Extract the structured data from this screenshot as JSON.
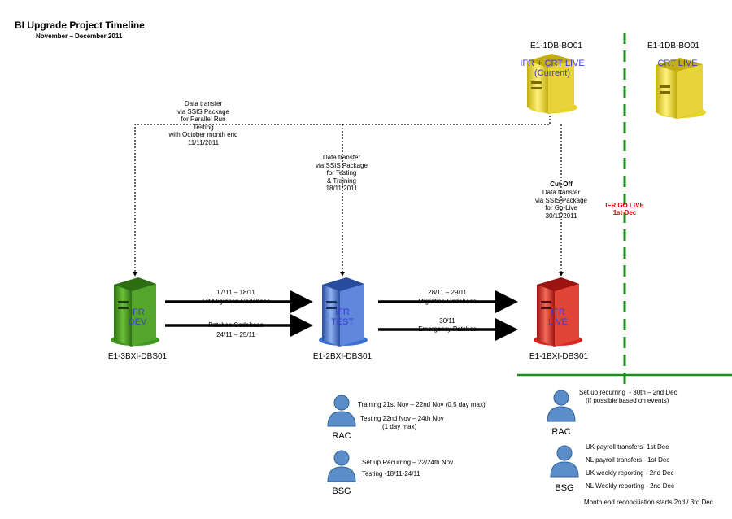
{
  "header": {
    "title": "BI Upgrade Project Timeline",
    "subtitle": "November – December 2011"
  },
  "servers": {
    "dev": {
      "name": "E1-3BXI-DBS01",
      "label": "IFR\nDEV",
      "color": "#3f9a1f"
    },
    "test": {
      "name": "E1-2BXI-DBS01",
      "label": "IFR\nTEST",
      "color": "#3a6fd8"
    },
    "live": {
      "name": "E1-1BXI-DBS01",
      "label": "IFR\nLIVE",
      "color": "#e0251f"
    },
    "current": {
      "name": "E1-1DB-BO01",
      "label": "IFR + CRT LIVE\n(Current)",
      "color": "#e8d52a"
    },
    "crt": {
      "name": "E1-1DB-BO01",
      "label": "CRT LIVE",
      "color": "#e8d52a"
    }
  },
  "transfers": {
    "parallel": "Data transfer\nvia SSIS Package\nfor Parallel Run\nTesting\nwith October month end\n11/11/2011",
    "testing": "Data transfer\nvia SSIS Package\nfor Testing\n& Training\n18/11/2011",
    "cutoff_title": "Cut-Off",
    "cutoff": "Data transfer\nvia SSIS Package\nfor Go-Live\n30/11/2011"
  },
  "arrows": {
    "dev_test_top_date": "17/11 – 18/11",
    "dev_test_top_label": "1st Migration Codebase",
    "dev_test_bottom_label": "Patches Codebase",
    "dev_test_bottom_date": "24/11 – 25/11",
    "test_live_top_date": "28/11 – 29/11",
    "test_live_top_label": "Migration Codebase",
    "test_live_bottom_date": "30/11",
    "test_live_bottom_label": "Emergency Patches"
  },
  "golive": "IFR GO LIVE\n1st Dec",
  "people": {
    "rac1": {
      "name": "RAC",
      "lines": [
        "Training 21st Nov – 22nd Nov (0.5 day max)",
        "Testing 22nd Nov – 24th Nov",
        "(1 day max)"
      ]
    },
    "bsg1": {
      "name": "BSG",
      "lines": [
        "Set up Recurring – 22/24th Nov",
        "Testing -18/11-24/11"
      ]
    },
    "rac2": {
      "name": "RAC",
      "lines": [
        "Set up recurring  - 30th – 2nd Dec",
        "(If possible based on events)"
      ]
    },
    "bsg2": {
      "name": "BSG",
      "lines": [
        "UK payroll transfers- 1st Dec",
        "NL payroll transfers - 1st Dec",
        "UK weekly reporting - 2nd Dec",
        "NL Weekly reporting - 2nd Dec",
        "Month end reconciliation starts 2nd / 3rd Dec"
      ]
    }
  }
}
